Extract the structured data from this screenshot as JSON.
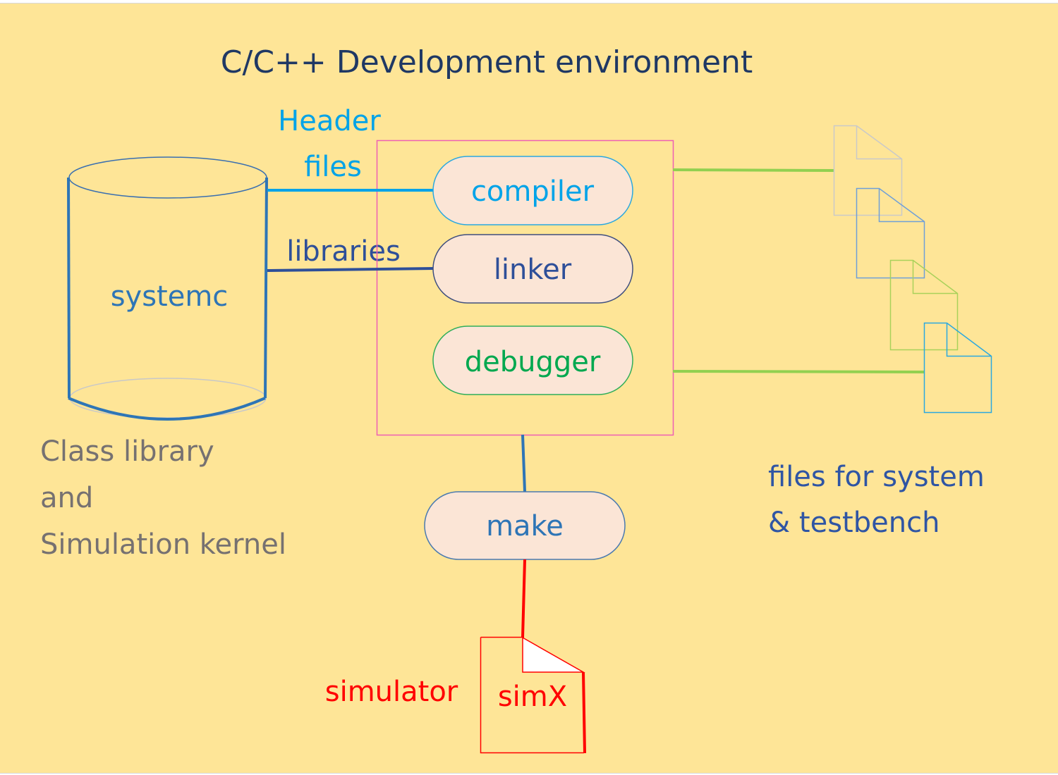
{
  "title": "C/C++ Development environment",
  "colors": {
    "background": "#fee597",
    "title": "#1f3864",
    "header_files": "#00a3e8",
    "libraries": "#2e4f99",
    "systemc": "#2e75b6",
    "class_library": "#767171",
    "tools_box_border": "#ee5fb4",
    "pill_fill": "#fbe5d6",
    "debugger": "#00a84f",
    "make": "#2e75b6",
    "files_text": "#2f55a4",
    "file_links": "#92d050",
    "simulator": "#ff0000"
  },
  "library": {
    "cylinder_label": "systemc",
    "caption_lines": [
      "Class library",
      "and",
      "Simulation kernel"
    ]
  },
  "connections": {
    "header_files_lines": [
      "Header",
      "files"
    ],
    "libraries": "libraries"
  },
  "tools": {
    "compiler": "compiler",
    "linker": "linker",
    "debugger": "debugger"
  },
  "make": "make",
  "source_files": {
    "caption_lines": [
      "files for system",
      "& testbench"
    ],
    "documents": [
      {
        "name": "file-1",
        "color": "#c9c9c9"
      },
      {
        "name": "file-2",
        "color": "#6f9fd8"
      },
      {
        "name": "file-3",
        "color": "#a9d15a"
      },
      {
        "name": "file-4",
        "color": "#2aa8e0"
      }
    ]
  },
  "output": {
    "label": "simulator",
    "file_name": "simX"
  }
}
